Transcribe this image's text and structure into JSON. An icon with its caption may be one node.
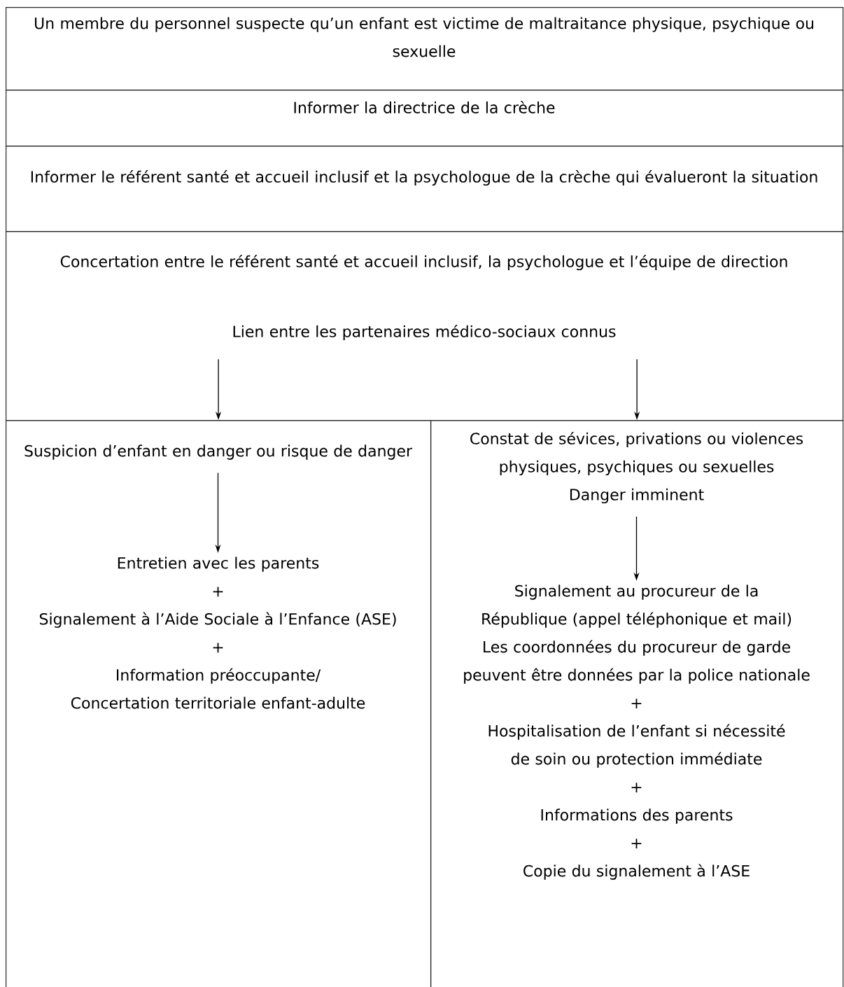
{
  "diagram": {
    "nodes": [
      {
        "text": [
          "Un membre du personnel suspecte qu’un enfant est victime de maltraitance physique, psychique ou sexuelle"
        ]
      },
      {
        "text": [
          "Informer la directrice de la crèche"
        ]
      },
      {
        "text": [
          "Informer le référent santé et accueil inclusif et la psychologue de la crèche qui évalueront la situation"
        ]
      },
      {
        "text": [
          "Concertation entre le référent santé et accueil inclusif, la psychologue et l’équipe de direction",
          "Lien entre les partenaires médico-sociaux connus"
        ]
      },
      {
        "text": [],
        "shape": "box"
      },
      {
        "text": [
          "Suspicion d’enfant en danger ou risque de danger"
        ],
        "in": 4
      },
      {
        "text": [
          "Entretien avec les parents",
          "+",
          "Signalement à l’Aide Sociale à l’Enfance (ASE)",
          "+",
          "Information préoccupante/ Concertation territoriale enfant-adulte"
        ],
        "in": 4
      },
      {
        "text": [],
        "shape": "box"
      },
      {
        "text": [
          "Constat de sévices, privations ou violences physiques, psychiques ou sexuelles",
          "Danger imminent"
        ],
        "in": 7
      },
      {
        "text": [
          "Signalement au procureur de la République (appel téléphonique et mail)",
          "Les coordonnées du procureur de garde peuvent être données par la police nationale",
          "+",
          "Hospitalisation de l’enfant si nécessité de soin ou protection immédiate",
          "+",
          "Informations des parents",
          "+",
          "Copie du signalement à l’ASE"
        ],
        "in": 7
      }
    ],
    "edges": [
      {
        "from": 3,
        "to": 4,
        "arrow": "to"
      },
      {
        "from": 3,
        "to": 7,
        "arrow": "to"
      },
      {
        "from": 5,
        "to": 6,
        "arrow": "to"
      },
      {
        "from": 8,
        "to": 9,
        "arrow": "to"
      }
    ]
  }
}
